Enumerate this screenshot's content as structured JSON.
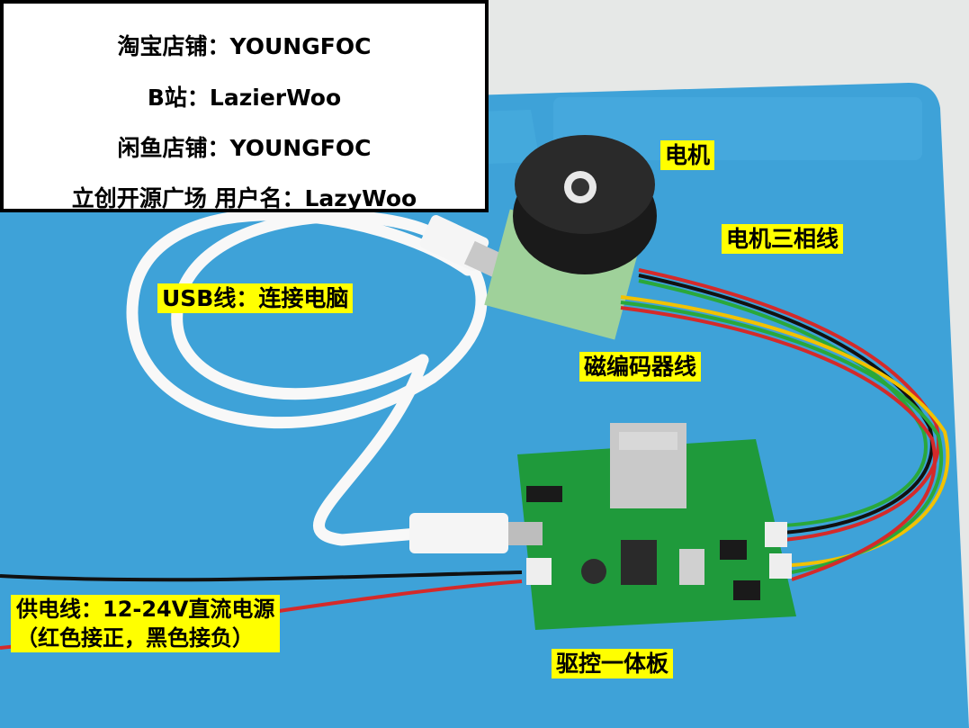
{
  "info_box": {
    "taobao": "淘宝店铺：YOUNGFOC",
    "bilibili": "B站：LazierWoo",
    "xianyu": "闲鱼店铺：YOUNGFOC",
    "lceda": "立创开源广场 用户名：LazyWoo"
  },
  "labels": {
    "motor": "电机",
    "motor_phase_wire": "电机三相线",
    "usb_wire": "USB线：连接电脑",
    "encoder_wire": "磁编码器线",
    "power_wire_line1": "供电线：12-24V直流电源",
    "power_wire_line2": "（红色接正，黑色接负）",
    "driver_board": "驱控一体板"
  },
  "colors": {
    "mat": "#3fa3d9",
    "board": "#1e9a3a",
    "label_bg": "#ffff00",
    "cable_white": "#f7f7f7",
    "wire_red": "#d42a2a",
    "wire_black": "#111111"
  }
}
